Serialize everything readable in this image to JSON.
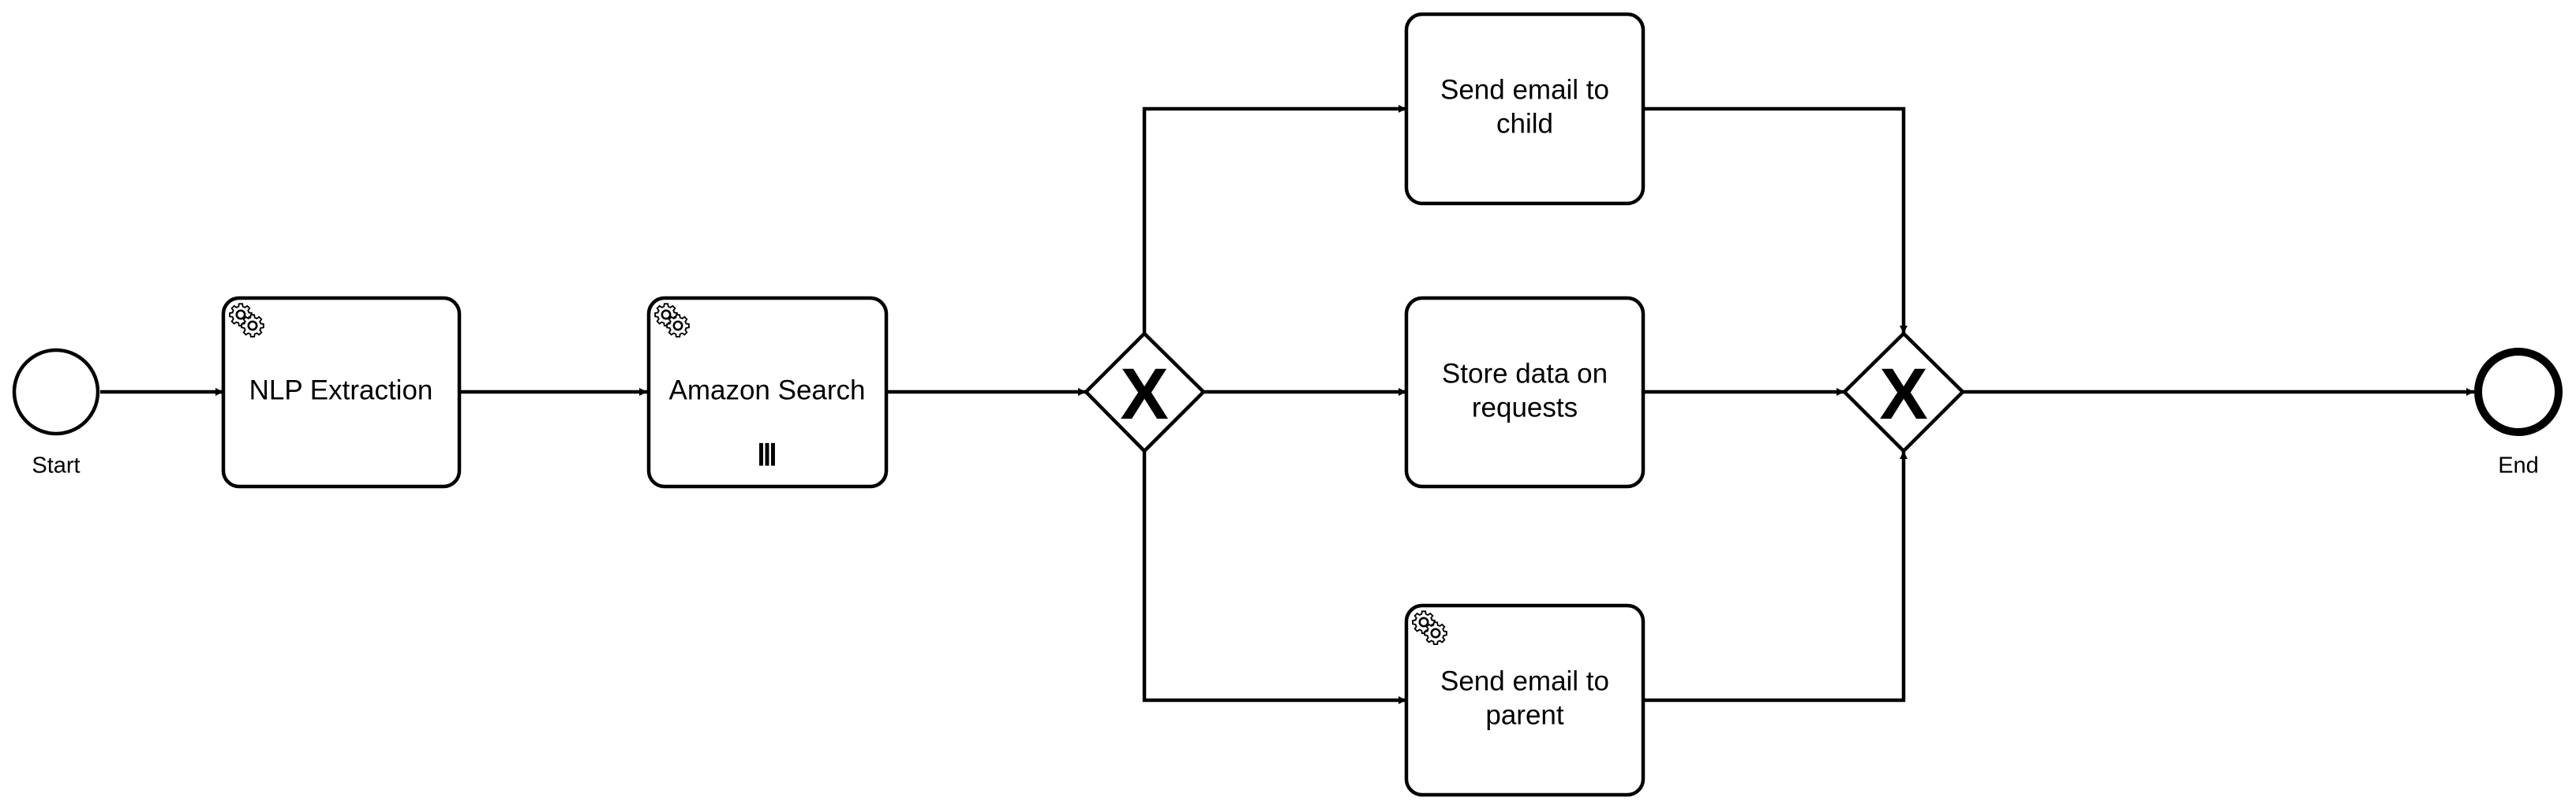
{
  "diagram": {
    "type": "bpmn-process",
    "stroke_color": "#000000",
    "fill_color": "#ffffff",
    "start_event": {
      "label": "Start"
    },
    "end_event": {
      "label": "End"
    },
    "tasks": [
      {
        "id": "nlp",
        "lines": [
          "NLP Extraction"
        ],
        "icon": "gear-icon",
        "kind": "service-task"
      },
      {
        "id": "amazon",
        "lines": [
          "Amazon Search"
        ],
        "icon": "gear-icon",
        "kind": "service-task",
        "marker": "Ⅲ",
        "marker_meaning": "parallel-multi-instance"
      },
      {
        "id": "email_child",
        "lines": [
          "Send email to",
          "child"
        ],
        "kind": "task"
      },
      {
        "id": "store",
        "lines": [
          "Store data on",
          "requests"
        ],
        "kind": "task"
      },
      {
        "id": "email_parent",
        "lines": [
          "Send email to",
          "parent"
        ],
        "icon": "gear-icon",
        "kind": "service-task"
      }
    ],
    "gateways": [
      {
        "id": "split",
        "symbol": "X",
        "kind": "exclusive"
      },
      {
        "id": "join",
        "symbol": "X",
        "kind": "exclusive"
      }
    ],
    "flows": [
      [
        "start",
        "nlp"
      ],
      [
        "nlp",
        "amazon"
      ],
      [
        "amazon",
        "split"
      ],
      [
        "split",
        "email_child"
      ],
      [
        "split",
        "store"
      ],
      [
        "split",
        "email_parent"
      ],
      [
        "email_child",
        "join"
      ],
      [
        "store",
        "join"
      ],
      [
        "email_parent",
        "join"
      ],
      [
        "join",
        "end"
      ]
    ]
  }
}
